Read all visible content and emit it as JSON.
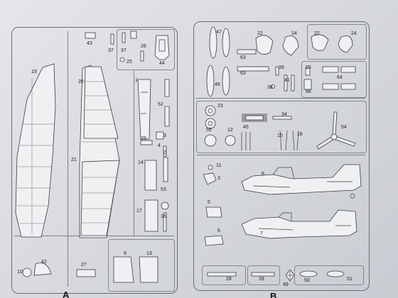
{
  "frame_a": {
    "letter": "A",
    "labels": [
      "43",
      "37",
      "37",
      "26",
      "25",
      "44",
      "19",
      "20",
      "1",
      "52",
      "4",
      "29",
      "3",
      "2",
      "21",
      "14",
      "53",
      "17",
      "16",
      "9",
      "13",
      "10",
      "42",
      "27"
    ]
  },
  "frame_b": {
    "letter": "B",
    "labels": [
      "47",
      "63",
      "22",
      "24",
      "22",
      "24",
      "46",
      "63",
      "39",
      "38",
      "41",
      "65",
      "64",
      "66",
      "23",
      "34",
      "55",
      "12",
      "45",
      "15",
      "18",
      "54",
      "11",
      "8",
      "3",
      "5",
      "7",
      "6",
      "28",
      "28",
      "49",
      "50",
      "51"
    ]
  },
  "colors": {
    "paper": "#dcdee2",
    "line": "#3a3c40",
    "frame": "#6a6d72"
  }
}
